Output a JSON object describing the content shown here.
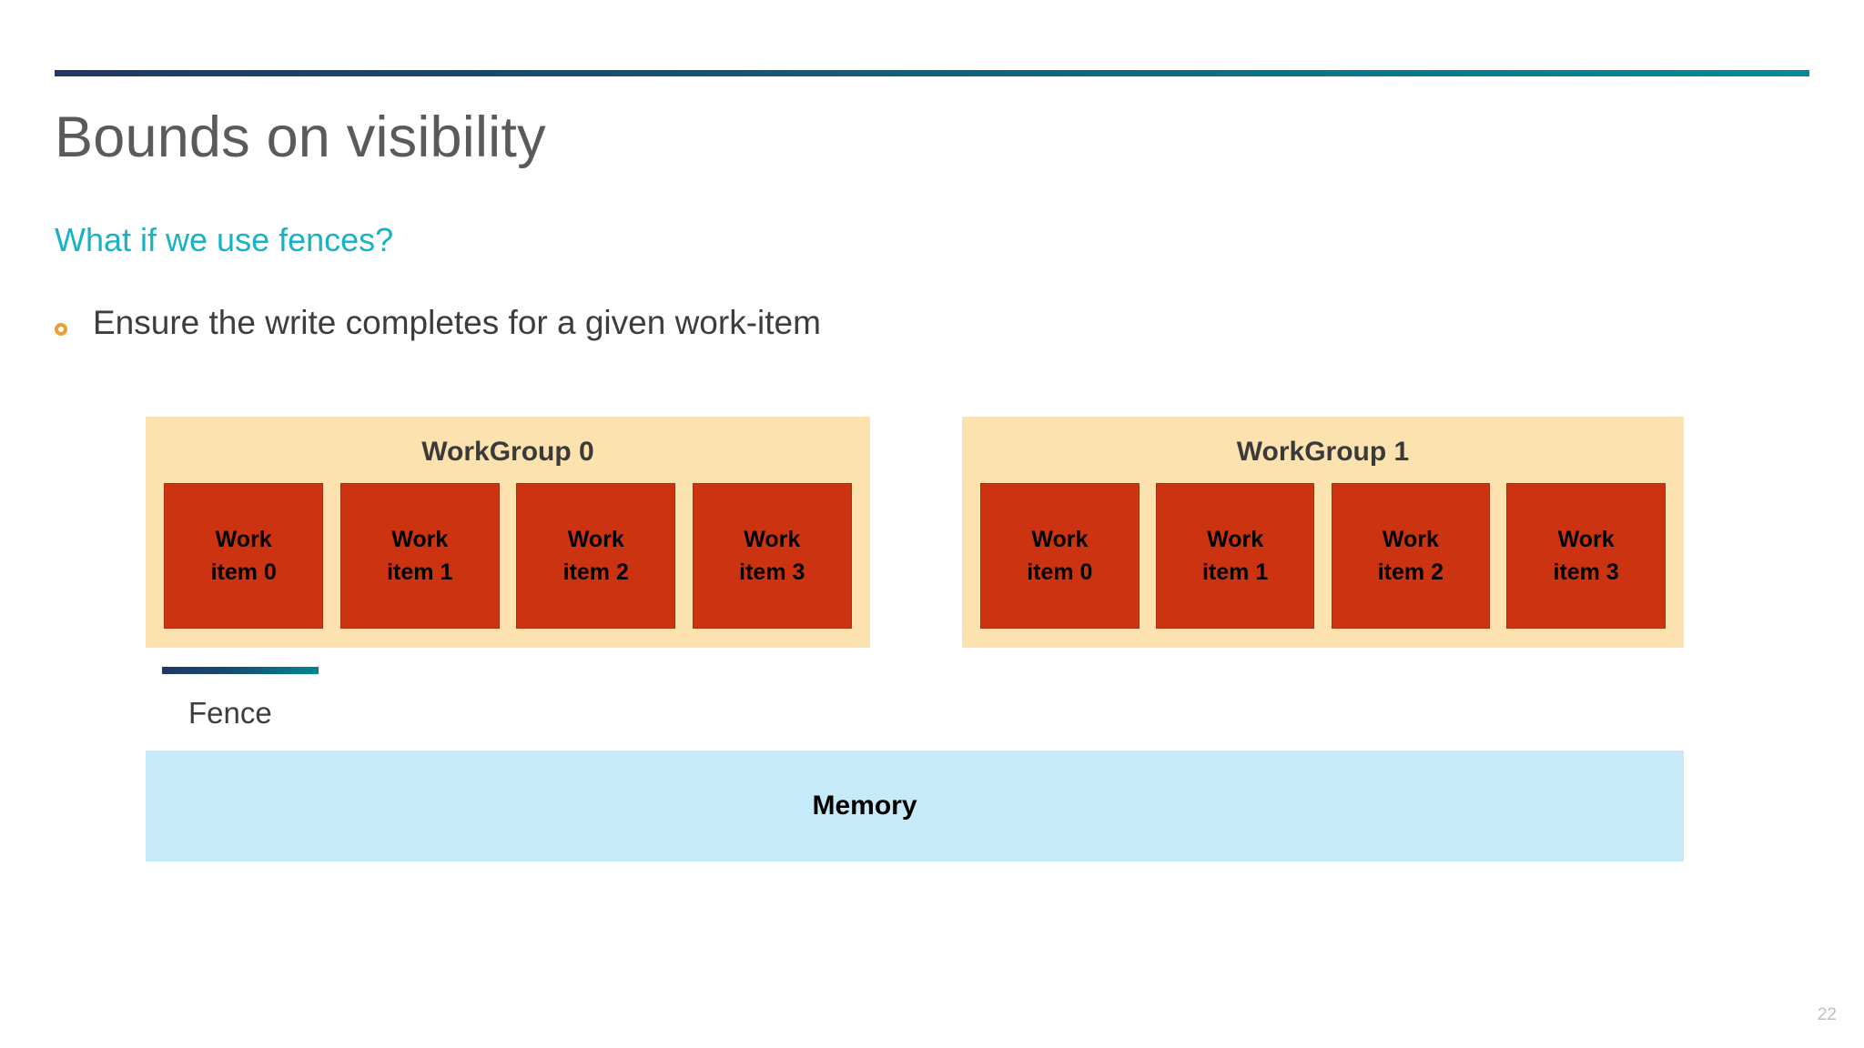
{
  "slide": {
    "title": "Bounds on visibility",
    "subtitle": "What if we use fences?",
    "page_number": "22",
    "bullets": [
      {
        "text": "Ensure the write completes for a given work-item"
      }
    ]
  },
  "diagram": {
    "workgroups": [
      {
        "title": "WorkGroup 0",
        "items": [
          {
            "line1": "Work",
            "line2": "item 0"
          },
          {
            "line1": "Work",
            "line2": "item 1"
          },
          {
            "line1": "Work",
            "line2": "item 2"
          },
          {
            "line1": "Work",
            "line2": "item 3"
          }
        ]
      },
      {
        "title": "WorkGroup 1",
        "items": [
          {
            "line1": "Work",
            "line2": "item 0"
          },
          {
            "line1": "Work",
            "line2": "item 1"
          },
          {
            "line1": "Work",
            "line2": "item 2"
          },
          {
            "line1": "Work",
            "line2": "item 3"
          }
        ]
      }
    ],
    "fence": {
      "label": "Fence"
    },
    "memory": {
      "label": "Memory"
    }
  },
  "colors": {
    "accent_start": "#1F3864",
    "accent_end": "#008C96",
    "title_gray": "#5A5A5A",
    "subtitle_teal": "#17B3C4",
    "bullet_orange": "#E8A135",
    "workgroup_bg": "#FBE2AE",
    "work_item_red": "#CC3310",
    "memory_blue": "#C7EAF9",
    "page_number_gray": "#BFBFBF"
  }
}
